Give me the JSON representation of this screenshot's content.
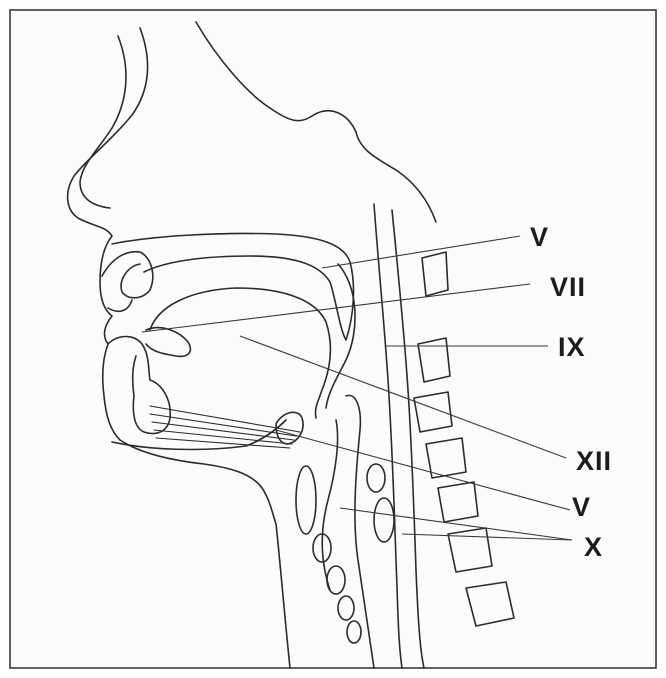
{
  "labels": {
    "v_upper": "V",
    "vii": "VII",
    "ix": "IX",
    "xii": "XII",
    "v_lower": "V",
    "x": "X"
  }
}
